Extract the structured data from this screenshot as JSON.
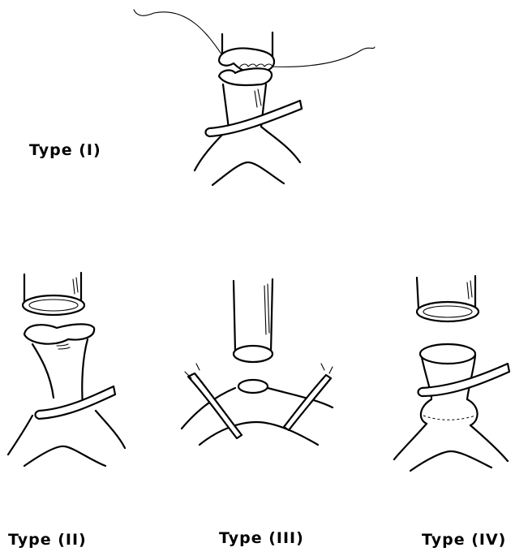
{
  "labels": {
    "type1": "Type (I)",
    "type2": "Type (II)",
    "type3": "Type (III)",
    "type4": "Type (IV)"
  }
}
